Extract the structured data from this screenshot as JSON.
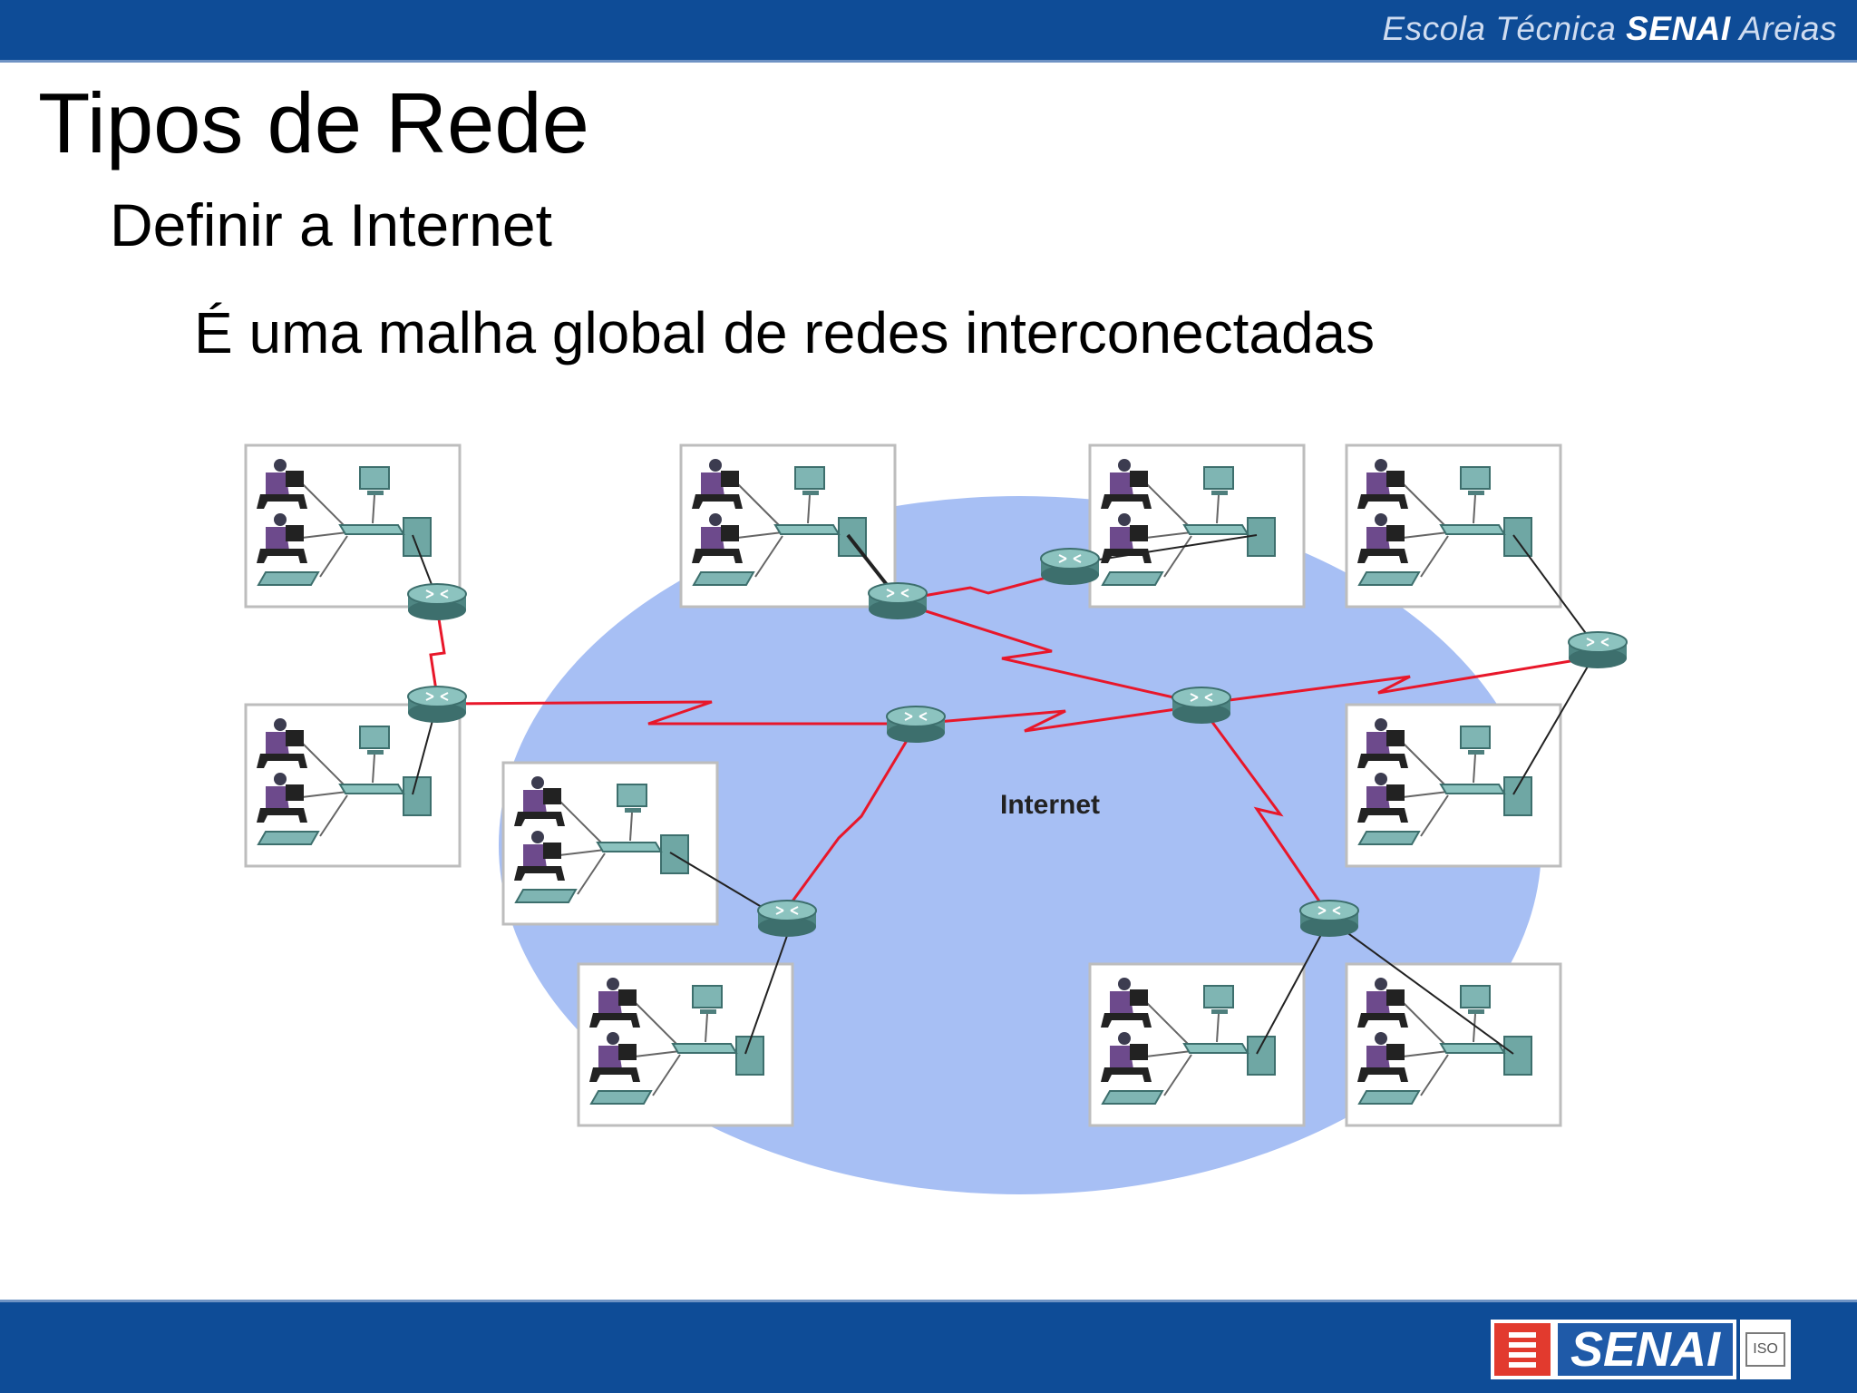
{
  "header": {
    "school_prefix": "Escola Técnica",
    "school_brand": "SENAI",
    "school_suffix": "Areias"
  },
  "slide": {
    "title": "Tipos de Rede",
    "subtitle": "Definir a Internet",
    "bullet": "É uma malha global de redes interconectadas"
  },
  "diagram": {
    "cloud_label": "Internet"
  },
  "footer": {
    "logo_text": "SENAI",
    "iso_text": "ISO"
  },
  "colors": {
    "brand_blue": "#0e4c97",
    "cloud": "#a7bff4",
    "wan_link": "#e8172a",
    "device_teal": "#5f9f9c"
  }
}
